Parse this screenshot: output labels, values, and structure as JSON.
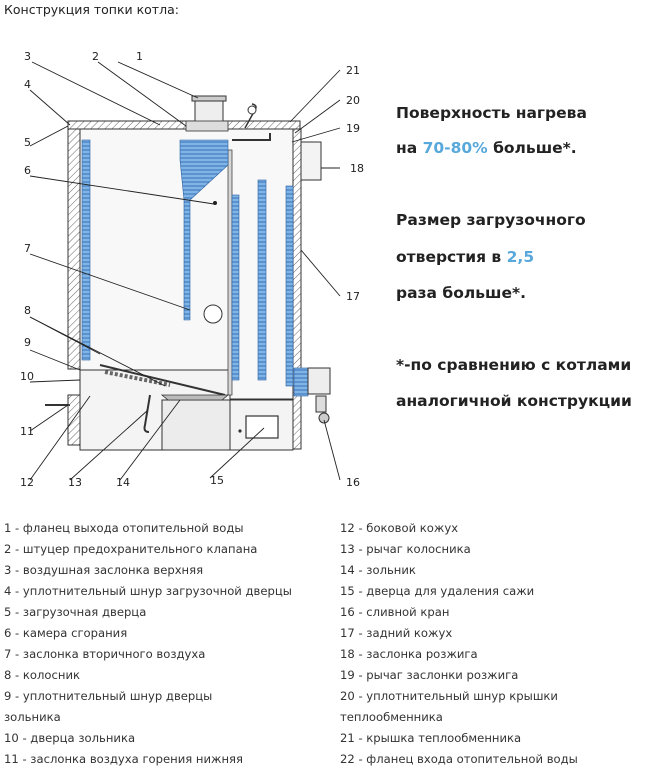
{
  "title": "Конструкция топки котла:",
  "callouts": [
    "1",
    "2",
    "3",
    "4",
    "5",
    "6",
    "7",
    "8",
    "9",
    "10",
    "11",
    "12",
    "13",
    "14",
    "15",
    "16",
    "17",
    "18",
    "19",
    "20",
    "21"
  ],
  "info": {
    "line1": "Поверхность нагрева",
    "line2_pre": "на ",
    "line2_hl": "70-80%",
    "line2_post": " больше*.",
    "line3": "Размер загрузочного",
    "line4_pre": "отверстия в ",
    "line4_hl": "2,5",
    "line5": "раза больше*.",
    "line6": "*-по сравнению с котлами",
    "line7": "аналогичной конструкции"
  },
  "legend_left": [
    "1 - фланец выхода отопительной воды",
    "2 - штуцер предохранительного клапана",
    "3 - воздушная заслонка верхняя",
    "4 - уплотнительный шнур загрузочной дверцы",
    "5 - загрузочная дверца",
    "6 - камера сгорания",
    "7 - заслонка вторичного воздуха",
    "8 - колосник",
    "9 - уплотнительный шнур дверцы",
    "зольника",
    "10 - дверца зольника",
    "11 - заслонка воздуха горения нижняя"
  ],
  "legend_right": [
    "12 - боковой кожух",
    "13 - рычаг колосника",
    "14 - зольник",
    "15 - дверца для удаления сажи",
    "16 - сливной кран",
    "17 - задний кожух",
    "18 - заслонка розжига",
    "19 - рычаг заслонки розжига",
    "20 - уплотнительный шнур крышки",
    "теплообменника",
    "21 - крышка теплообменника",
    "22 - фланец входа отопительной воды"
  ],
  "colors": {
    "accent": "#58a8dc",
    "water": "#4a86c8",
    "hatch": "#555555"
  }
}
